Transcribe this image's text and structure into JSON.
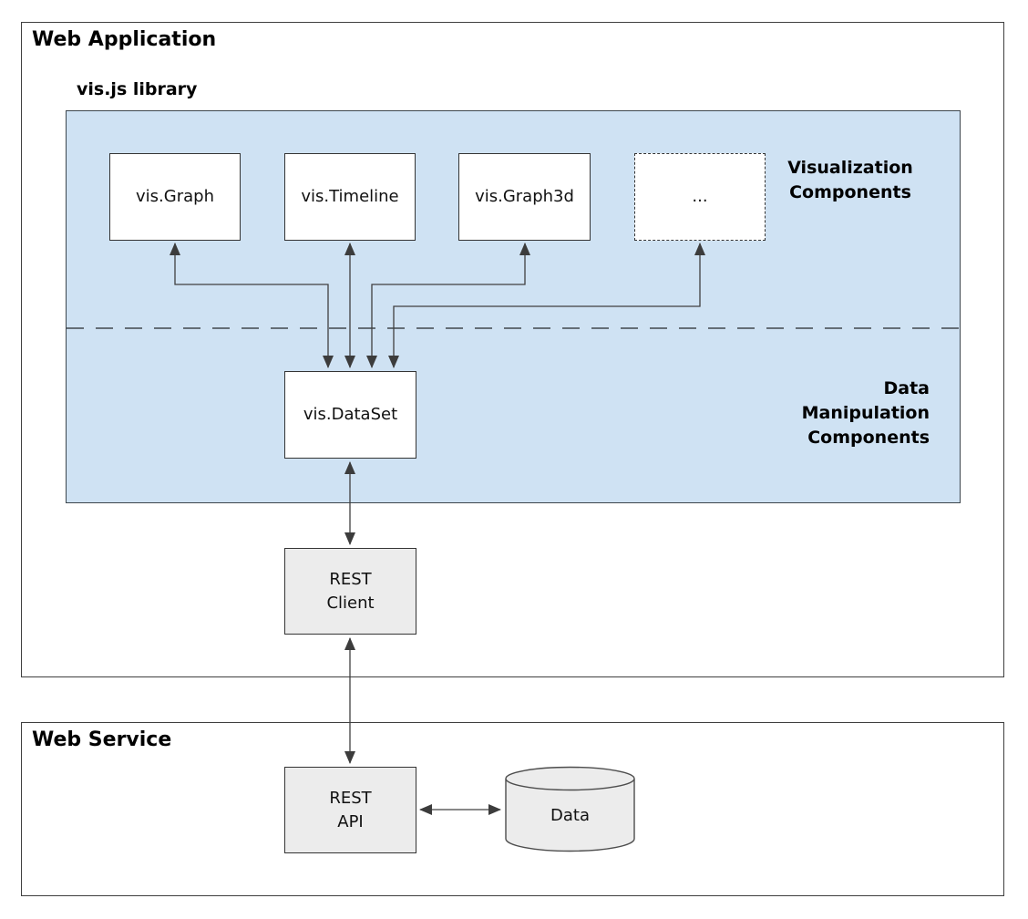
{
  "web_application": {
    "title": "Web Application",
    "vis_library": {
      "title": "vis.js library",
      "section_labels": {
        "visualization": "Visualization\nComponents",
        "data_manipulation": "Data\nManipulation\nComponents"
      },
      "visualization_components": [
        {
          "label": "vis.Graph"
        },
        {
          "label": "vis.Timeline"
        },
        {
          "label": "vis.Graph3d"
        },
        {
          "label": "..."
        }
      ],
      "dataset_component": {
        "label": "vis.DataSet"
      }
    },
    "rest_client": {
      "label": "REST\nClient"
    }
  },
  "web_service": {
    "title": "Web Service",
    "rest_api": {
      "label": "REST\nAPI"
    },
    "data_store": {
      "label": "Data"
    }
  },
  "colors": {
    "library_fill": "#cfe2f3",
    "node_fill_white": "#ffffff",
    "node_fill_gray": "#ececec",
    "line": "#404040"
  }
}
